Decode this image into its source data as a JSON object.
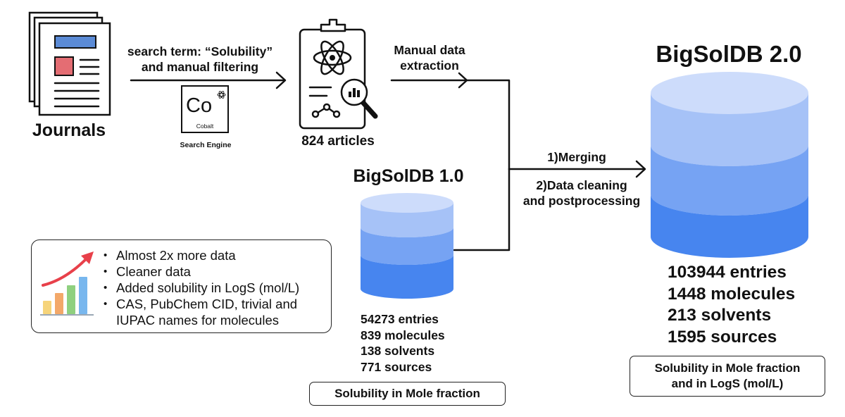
{
  "journals": {
    "label": "Journals"
  },
  "search": {
    "line1": "search term: “Solubility”",
    "line2": "and manual filtering",
    "engine_symbol": "Co",
    "engine_element": "Cobalt",
    "engine_caption": "Search Engine"
  },
  "articles": {
    "label": "824 articles"
  },
  "extraction": {
    "line1": "Manual data",
    "line2": "extraction"
  },
  "merge": {
    "step1": "1)Merging",
    "step2_line1": "2)Data cleaning",
    "step2_line2": "and postprocessing"
  },
  "db_v1": {
    "title": "BigSolDB 1.0",
    "stats": [
      "54273 entries",
      "839 molecules",
      "138 solvents",
      "771 sources"
    ],
    "note": "Solubility in Mole fraction"
  },
  "db_v2": {
    "title": "BigSolDB 2.0",
    "stats": [
      "103944 entries",
      "1448 molecules",
      "213 solvents",
      "1595 sources"
    ],
    "note_line1": "Solubility in Mole fraction",
    "note_line2": "and in LogS (mol/L)"
  },
  "features": {
    "items": [
      "Almost 2x more data",
      "Cleaner data",
      "Added solubility in LogS (mol/L)",
      "CAS, PubChem CID, trivial and",
      "IUPAC names for molecules"
    ]
  },
  "colors": {
    "cyl_top": "#cddcfb",
    "cyl_band1": "#a6c2f7",
    "cyl_band2": "#76a3f3",
    "cyl_band3": "#4785ef",
    "journal_blue": "#5b8bd6",
    "journal_red": "#e46d73",
    "arrow_red": "#e8404a"
  }
}
